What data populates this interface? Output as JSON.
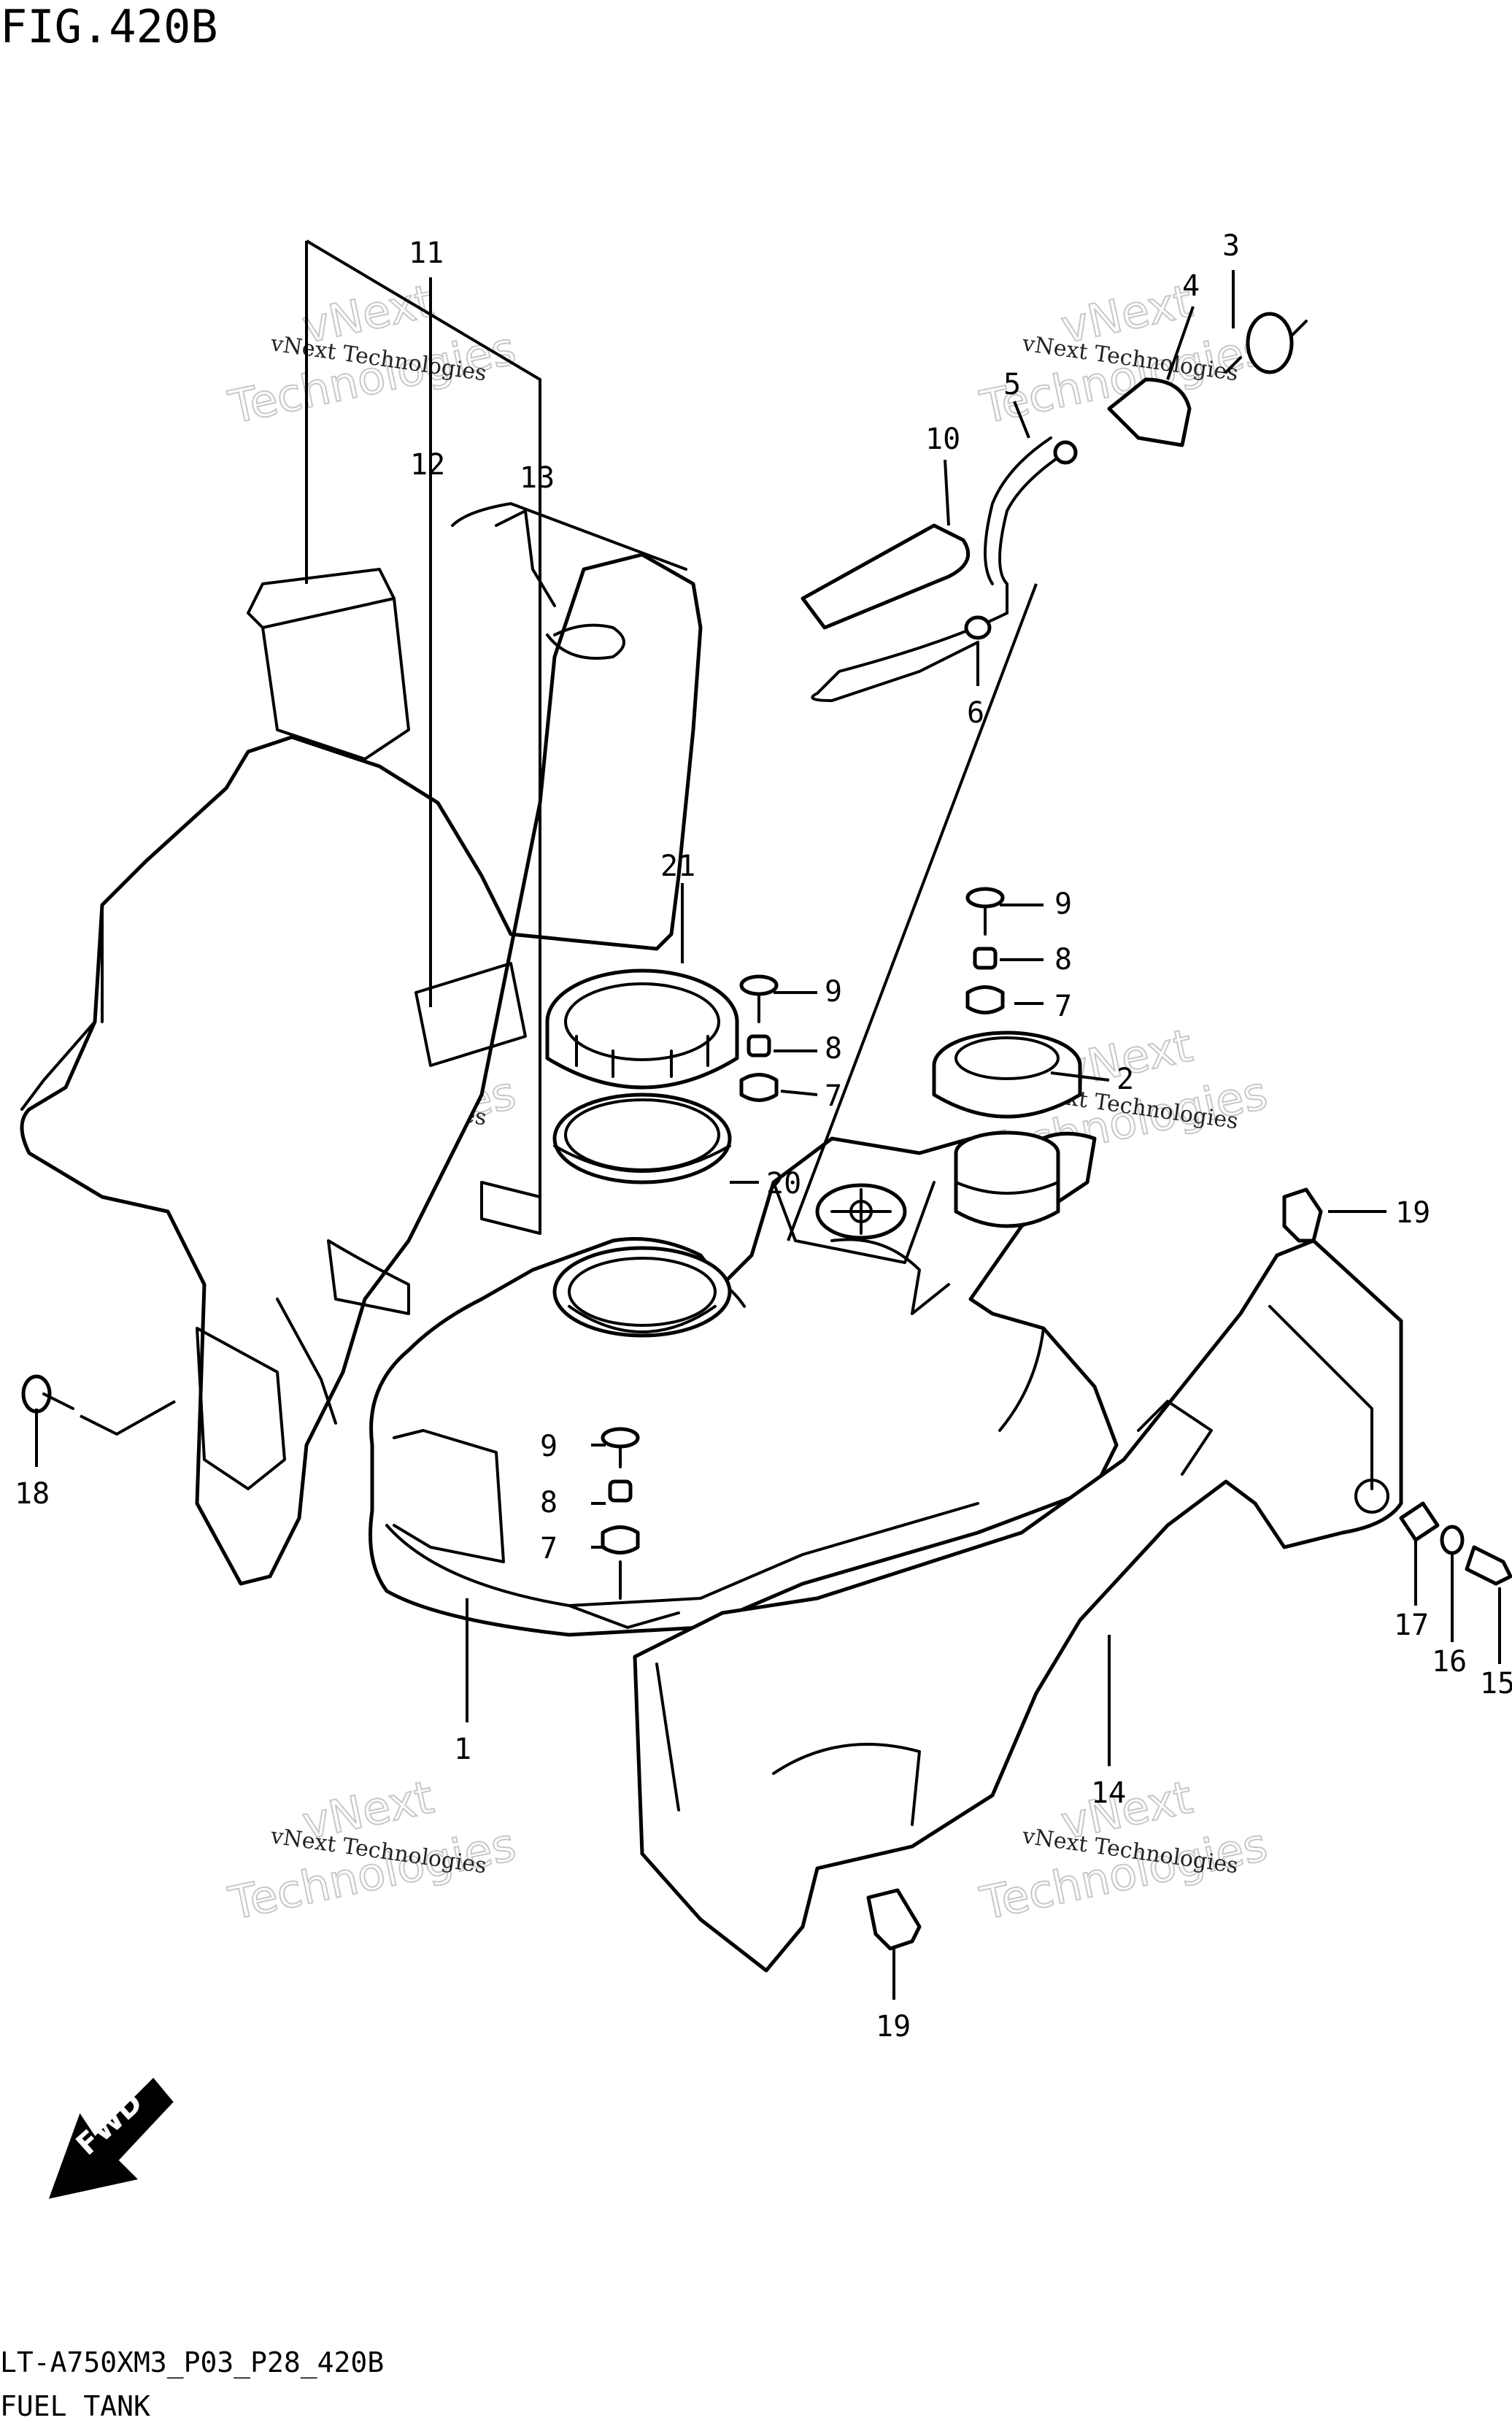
{
  "figure": {
    "title": "FIG.420B",
    "footer_code": "LT-A750XM3_P03_P28_420B",
    "footer_name": "FUEL TANK"
  },
  "watermark": {
    "line1": "vNext Technologies",
    "line2": "vNext",
    "line3": "Technologies"
  },
  "fwd_label": "FWD",
  "callouts": [
    {
      "id": "c11",
      "label": "11"
    },
    {
      "id": "c12",
      "label": "12"
    },
    {
      "id": "c13",
      "label": "13"
    },
    {
      "id": "c3",
      "label": "3"
    },
    {
      "id": "c4",
      "label": "4"
    },
    {
      "id": "c5",
      "label": "5"
    },
    {
      "id": "c10",
      "label": "10"
    },
    {
      "id": "c6",
      "label": "6"
    },
    {
      "id": "c21",
      "label": "21"
    },
    {
      "id": "c9a",
      "label": "9"
    },
    {
      "id": "c8a",
      "label": "8"
    },
    {
      "id": "c7a",
      "label": "7"
    },
    {
      "id": "c9b",
      "label": "9"
    },
    {
      "id": "c8b",
      "label": "8"
    },
    {
      "id": "c7b",
      "label": "7"
    },
    {
      "id": "c2",
      "label": "2"
    },
    {
      "id": "c20",
      "label": "20"
    },
    {
      "id": "c19a",
      "label": "19"
    },
    {
      "id": "c9c",
      "label": "9"
    },
    {
      "id": "c8c",
      "label": "8"
    },
    {
      "id": "c7c",
      "label": "7"
    },
    {
      "id": "c18",
      "label": "18"
    },
    {
      "id": "c1",
      "label": "1"
    },
    {
      "id": "c14",
      "label": "14"
    },
    {
      "id": "c17",
      "label": "17"
    },
    {
      "id": "c16",
      "label": "16"
    },
    {
      "id": "c15",
      "label": "15"
    },
    {
      "id": "c19b",
      "label": "19"
    }
  ]
}
